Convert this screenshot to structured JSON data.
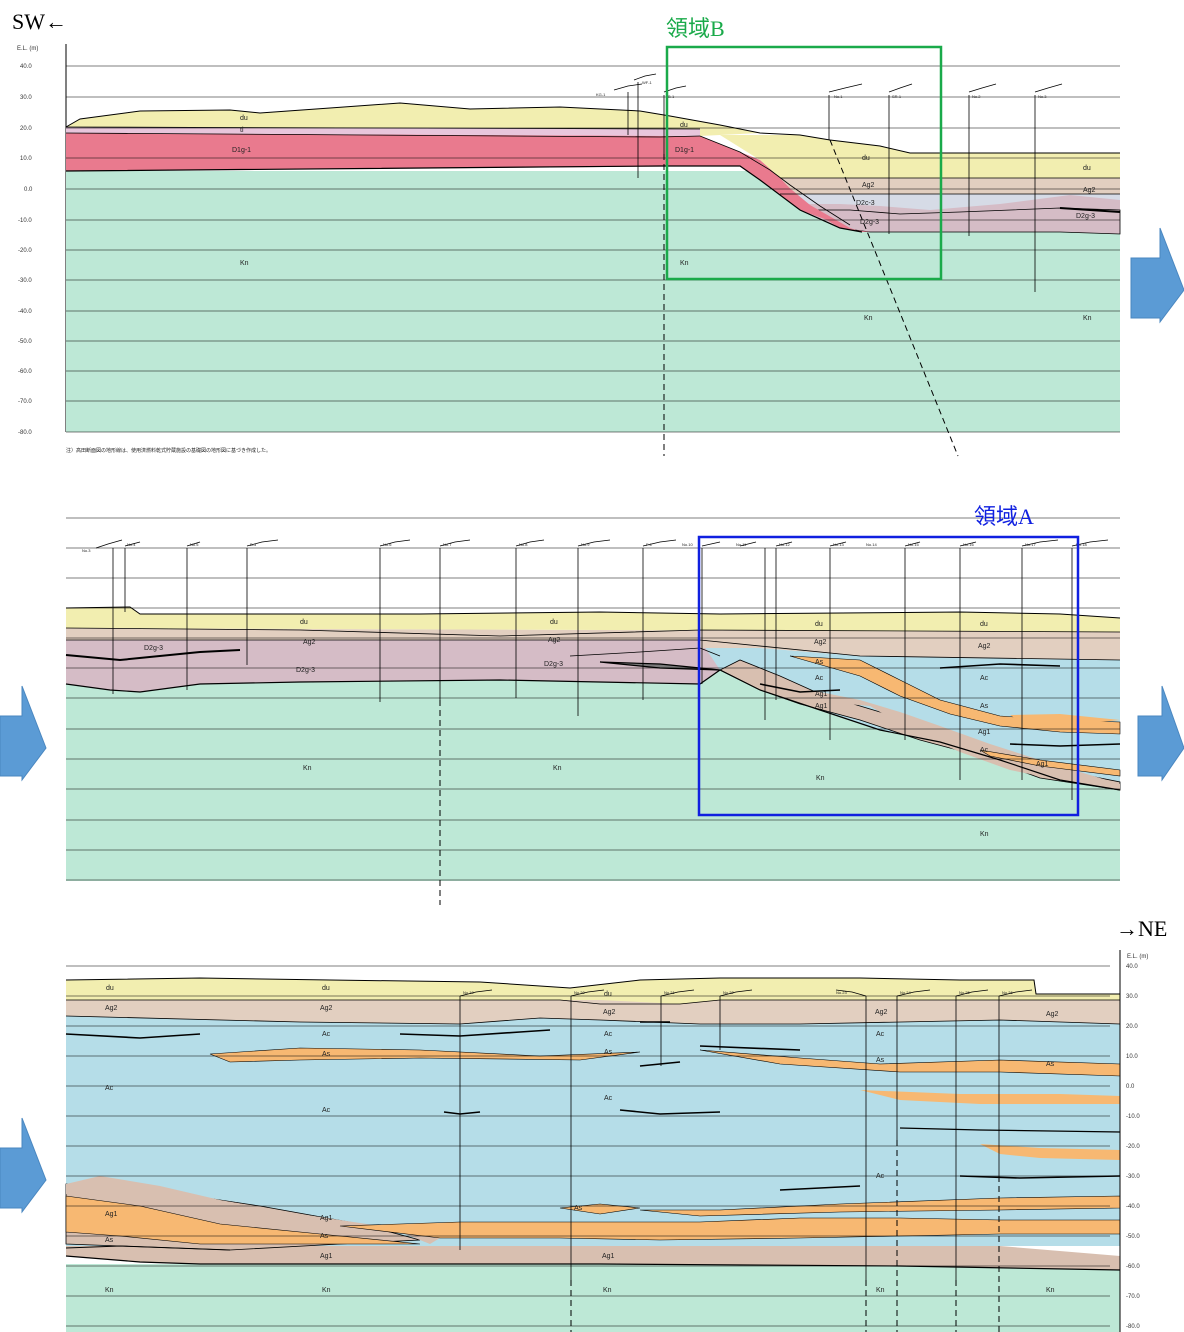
{
  "direction": {
    "left": "SW←",
    "right": "→NE"
  },
  "elevation_axis": {
    "unit_label": "E.L. (m)",
    "ticks": [
      "40.0",
      "30.0",
      "20.0",
      "10.0",
      "0.0",
      "-10.0",
      "-20.0",
      "-30.0",
      "-40.0",
      "-50.0",
      "-60.0",
      "-70.0",
      "-80.0"
    ]
  },
  "note": "注）高田断面図の地形線は、使用済燃料乾式貯蔵施設の基礎図の地形図に基づき作成した。",
  "regions": [
    {
      "label": "領域B",
      "color": "#1aaa4a"
    },
    {
      "label": "領域A",
      "color": "#1020e0"
    }
  ],
  "colors": {
    "du": "#f2eeb0",
    "Ag2": "#e2cfc0",
    "Ac": "#b5dde8",
    "As": "#f7b872",
    "Ag1": "#d8bfb0",
    "D2": "#d5bcc6",
    "D1g": "#e97a8e",
    "tl": "#e8c6dc",
    "Kn": "#bde8d6",
    "arrow": "#5b9bd5"
  },
  "panel1_labels": {
    "du_a": "du",
    "tl": "tl",
    "d1g_a": "D1g-1",
    "kn_a": "Kn",
    "du_b": "du",
    "d1g_b": "D1g-1",
    "kn_b": "Kn",
    "du_c": "du",
    "ag2_c": "Ag2",
    "d2c": "D2c-3",
    "d2g_c": "D2g-3",
    "du_d": "du",
    "ag2_d": "Ag2",
    "d2g_d": "D2g-3",
    "kn_c": "Kn",
    "kn_d": "Kn"
  },
  "panel2_labels": {
    "du1": "du",
    "du2": "du",
    "du3": "du",
    "du4": "du",
    "ag2_1": "Ag2",
    "ag2_2": "Ag2",
    "ag2_3": "Ag2",
    "ag2_4": "Ag2",
    "d2g_1": "D2g-3",
    "d2g_2": "D2g-3",
    "d2g_3": "D2g-3",
    "as1": "As",
    "ac1": "Ac",
    "ag1_1": "Ag1",
    "ac2": "Ac",
    "as2": "As",
    "ag1_2": "Ag1",
    "ag1_3": "Ag1",
    "ac3": "Ac",
    "ag1_4": "Ag1",
    "kn1": "Kn",
    "kn2": "Kn",
    "kn3": "Kn",
    "kn4": "Kn"
  },
  "panel3_labels": {
    "du1": "du",
    "du2": "du",
    "du3": "du",
    "ag2_1": "Ag2",
    "ag2_2": "Ag2",
    "ag2_3": "Ag2",
    "ag2_4": "Ag2",
    "ag2_5": "Ag2",
    "ac1": "Ac",
    "ac2": "Ac",
    "ac3": "Ac",
    "ac4": "Ac",
    "ac5": "Ac",
    "ac6": "Ac",
    "as1": "As",
    "as2": "As",
    "as3": "As",
    "as4": "As",
    "as5": "As",
    "ag1_1": "Ag1",
    "ag1_2": "Ag1",
    "ag1_3": "Ag1",
    "ag1_4": "Ag1",
    "as6": "As",
    "as7": "As",
    "ac7": "Ac",
    "kn1": "Kn",
    "kn2": "Kn",
    "kn3": "Kn",
    "kn4": "Kn",
    "kn5": "Kn"
  },
  "boreholes": {
    "p1": [
      "KG-1",
      "WF-1",
      "B-1",
      "No.1",
      "SR-1",
      "No.2",
      "No.3"
    ],
    "p2": [
      "No.3",
      "No.4",
      "No.5",
      "B-3",
      "No.6",
      "No.7",
      "No.8",
      "No.9",
      "F-1",
      "No.10",
      "No.11",
      "No.12",
      "No.13",
      "No.14",
      "No.15",
      "No.16",
      "No.17",
      "No.18"
    ],
    "p3": [
      "No.19",
      "No.20",
      "No.21",
      "No.22",
      "No.23",
      "No.24",
      "No.25",
      "No.26"
    ]
  }
}
